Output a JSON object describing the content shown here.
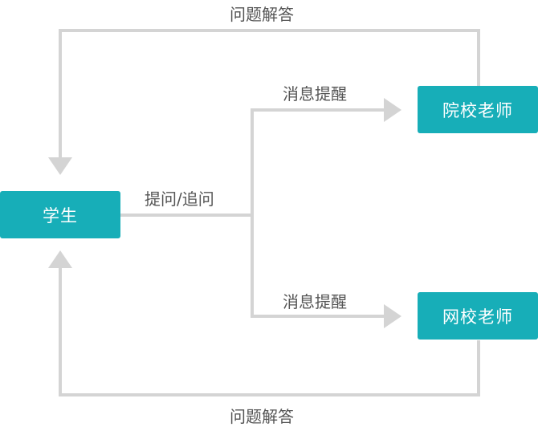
{
  "nodes": {
    "student": "学生",
    "school_teacher": "院校老师",
    "online_teacher": "网校老师"
  },
  "edges": {
    "ask": "提问/追问",
    "notify_top": "消息提醒",
    "notify_bottom": "消息提醒",
    "answer_top": "问题解答",
    "answer_bottom": "问题解答"
  },
  "colors": {
    "node_fill": "#17aeb8",
    "node_text": "#ffffff",
    "connector": "#d4d4d4",
    "label_text": "#555555"
  }
}
